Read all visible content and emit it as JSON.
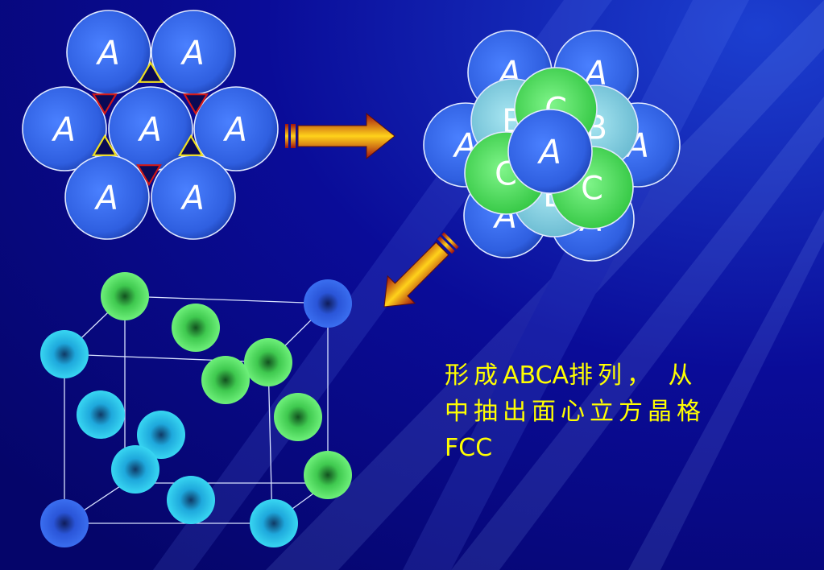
{
  "layers": {
    "a_label": "A",
    "b_label": "B",
    "c_label": "C"
  },
  "caption": {
    "line1_part1": "形成",
    "line1_latin": "ABCA",
    "line1_part2": "排列， 从",
    "line2": "中抽出面心立方晶格",
    "line3": "FCC"
  },
  "colors": {
    "background": "#08087e",
    "layer_a": "#2f5fe0",
    "layer_b": "#8fd4e6",
    "layer_c": "#4be05a",
    "lattice_cyan": "#1ec3e8",
    "caption": "#ffff00",
    "arrow": "#e0201a",
    "triangle_up": "#f0e020",
    "triangle_down": "#d01818"
  }
}
